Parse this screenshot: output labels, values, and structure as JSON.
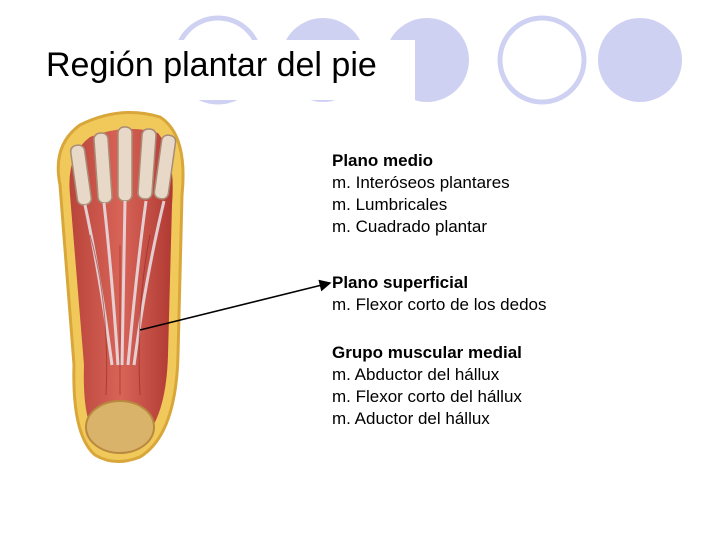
{
  "slide": {
    "title": "Región plantar del pie",
    "accent_color": "#cfd1f2",
    "groups": [
      {
        "heading": "Plano medio",
        "items": [
          "m. Interóseos plantares",
          "m. Lumbricales",
          "m. Cuadrado plantar"
        ]
      },
      {
        "heading": "Plano superficial",
        "items": [
          "m. Flexor corto de los dedos"
        ]
      },
      {
        "heading": "Grupo muscular medial",
        "items": [
          "m. Abductor del hállux",
          "m. Flexor corto del hállux",
          "m. Aductor del hállux"
        ]
      }
    ],
    "illustration": "foot-plantar-muscles-illustration"
  }
}
